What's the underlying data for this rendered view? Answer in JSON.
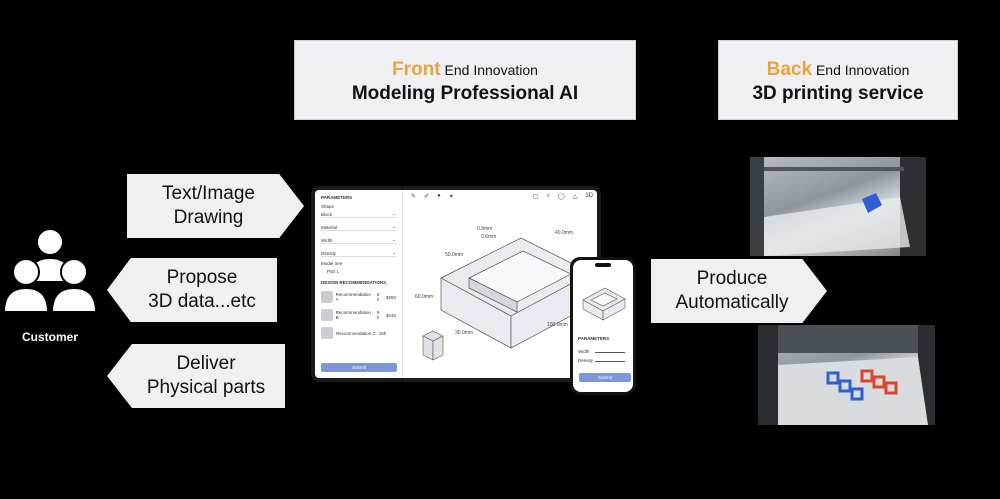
{
  "front": {
    "accent": "Front",
    "suffix": "End Innovation",
    "title": "Modeling Professional AI"
  },
  "back": {
    "accent": "Back",
    "suffix": "End Innovation",
    "title": "3D printing service"
  },
  "arrows": {
    "input": [
      "Text/Image",
      "Drawing"
    ],
    "propose": [
      "Propose",
      "3D data...etc"
    ],
    "deliver": [
      "Deliver",
      "Physical parts"
    ],
    "produce": [
      "Produce",
      "Automatically"
    ]
  },
  "customer_label": "Customer",
  "laptop": {
    "panel_title": "PARAMETERS",
    "shape_label": "Shape",
    "fields": [
      "Block",
      "Material",
      "Width",
      "Density"
    ],
    "model_tree": "Model tree",
    "part": "Part 1",
    "recs_title": "DESIGN RECOMMENDATIONS",
    "recs": [
      {
        "name": "Recommendation A",
        "time": "8 h",
        "price": "$250"
      },
      {
        "name": "Recommendation B",
        "time": "9 h",
        "price": "$245"
      },
      {
        "name": "Recommendation C",
        "time": "16h",
        "price": ""
      }
    ],
    "submit": "Submit",
    "dims": [
      "50.0mm",
      "0.9mm",
      "0.6mm",
      "40.0mm",
      "60.0mm",
      "100.0mm",
      "30.0mm"
    ],
    "toolbar_3d": "3D"
  },
  "phone": {
    "title": "PARAMETERS",
    "fields": [
      "Width",
      "Density"
    ],
    "submit": "Submit"
  },
  "colors": {
    "accent": "#f0a23a",
    "box_bg": "#eef0f4",
    "button": "#7b97d6"
  }
}
